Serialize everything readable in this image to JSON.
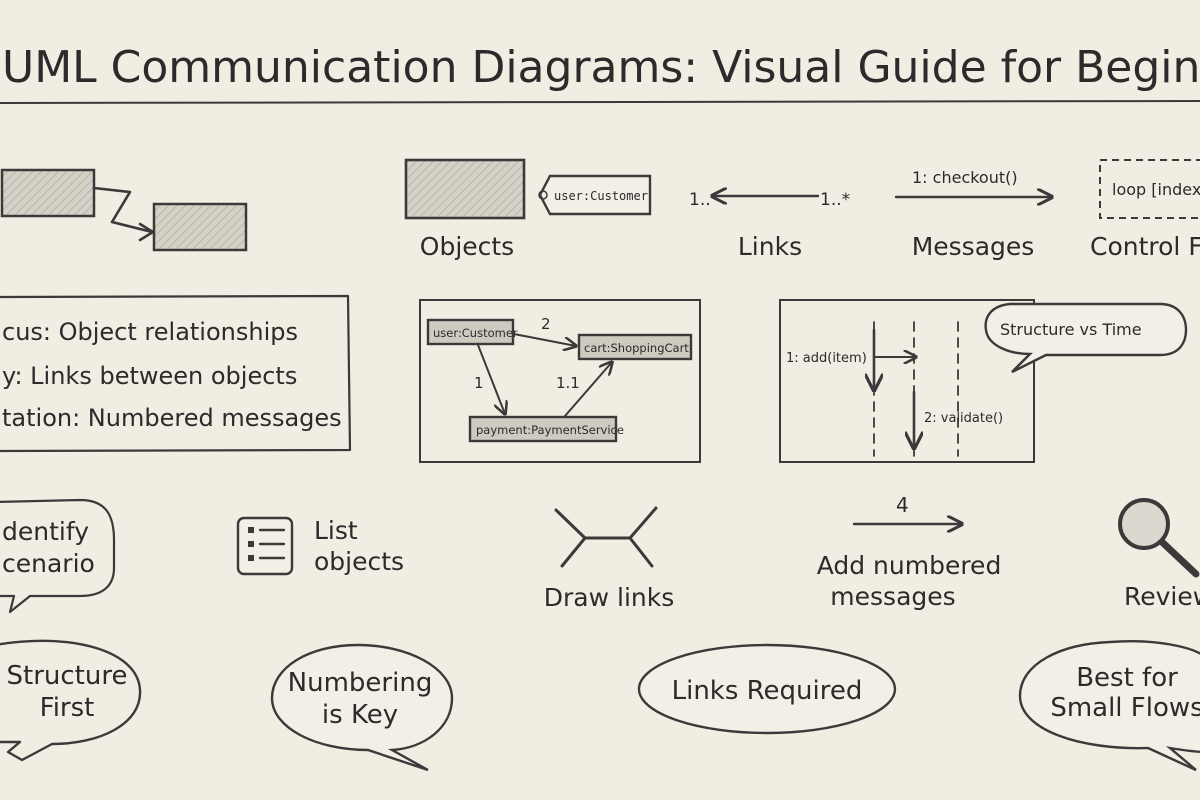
{
  "title": "UML Communication Diagrams: Visual Guide for Beginners",
  "elements": {
    "object_tag": "user:Customer",
    "objects_label": "Objects",
    "link_left": "1..",
    "link_right": "1..*",
    "links_label": "Links",
    "message_text": "1: checkout()",
    "messages_label": "Messages",
    "control_text": "loop [index",
    "control_label": "Control F"
  },
  "focus": {
    "line1": "cus: Object relationships",
    "line2": "y: Links between objects",
    "line3": "tation: Numbered messages"
  },
  "example": {
    "customer": "user:Customer",
    "cart": "cart:ShoppingCart",
    "payment": "payment:PaymentService",
    "m_top": "2",
    "m_left": "1",
    "m_right": "1.1"
  },
  "comparison": {
    "msg1": "1: add(item)",
    "msg2": "2: validate()",
    "bubble": "Structure vs Time"
  },
  "steps": {
    "identify_1": "dentify",
    "identify_2": "cenario",
    "list_1": "List",
    "list_2": "objects",
    "draw": "Draw links",
    "num": "4",
    "add_1": "Add numbered",
    "add_2": "messages",
    "review": "Review"
  },
  "tips": {
    "t1_1": "Structure",
    "t1_2": "First",
    "t2_1": "Numbering",
    "t2_2": "is Key",
    "t3": "Links Required",
    "t4_1": "Best for",
    "t4_2": "Small Flows"
  }
}
